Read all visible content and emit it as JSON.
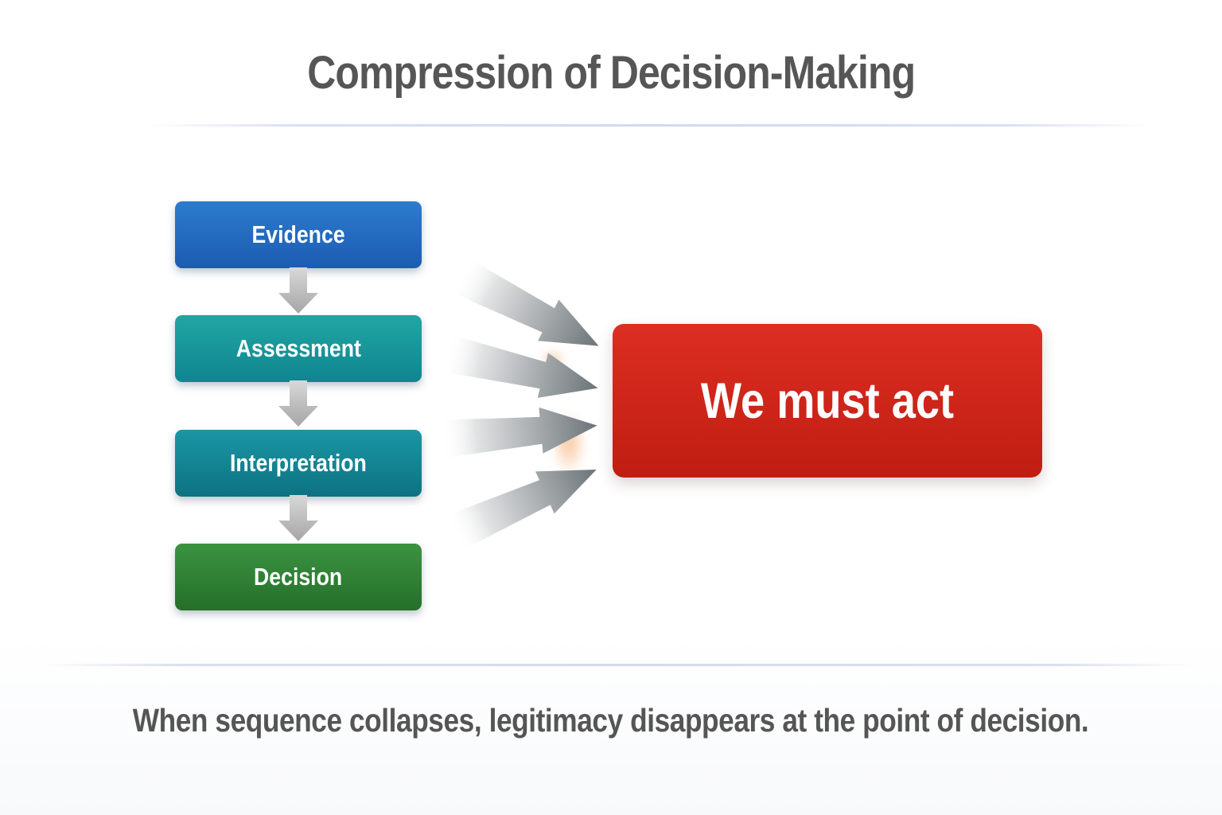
{
  "title": "Compression of Decision-Making",
  "caption": "When sequence collapses, legitimacy disappears at the point of decision.",
  "flow": {
    "steps": [
      {
        "label": "Evidence",
        "gradient": {
          "top": "#2d7bcd",
          "bottom": "#1b5cb2"
        }
      },
      {
        "label": "Assessment",
        "gradient": {
          "top": "#21a6a3",
          "bottom": "#0f8590"
        }
      },
      {
        "label": "Interpretation",
        "gradient": {
          "top": "#1b96a4",
          "bottom": "#0d7282"
        }
      },
      {
        "label": "Decision",
        "gradient": {
          "top": "#3b9340",
          "bottom": "#256f2b"
        }
      }
    ],
    "connector_icon": "down-arrow",
    "connector_count": 3
  },
  "result": {
    "label": "We must act",
    "gradient": {
      "top": "#dd2e22",
      "bottom": "#c01d12"
    }
  },
  "converge_arrows": {
    "count": 4,
    "icon": "right-arrow",
    "head_color": "#6b7377"
  },
  "colors": {
    "title_text": "#565656",
    "caption_text": "#555555",
    "divider": "#d3daee",
    "box_text": "#ffffff",
    "connector_silver": "#bcbcbc"
  }
}
